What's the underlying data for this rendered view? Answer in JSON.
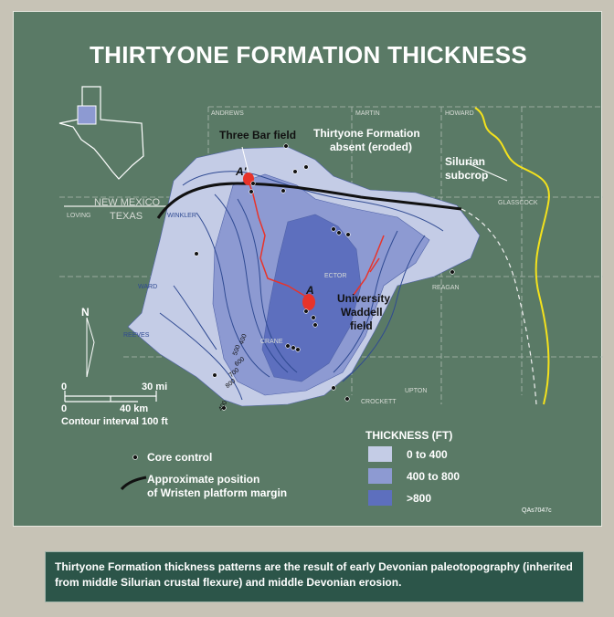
{
  "title": "THIRTYONE FORMATION THICKNESS",
  "labels": {
    "three_bar_field": "Three Bar field",
    "absent_line1": "Thirtyone Formation",
    "absent_line2": "absent (eroded)",
    "silurian_line1": "Silurian",
    "silurian_line2": "subcrop",
    "university_line1": "University",
    "university_line2": "Waddell",
    "university_line3": "field",
    "section_a": "A",
    "section_a_prime": "A'"
  },
  "states": {
    "new_mexico": "NEW MEXICO",
    "texas": "TEXAS"
  },
  "counties": {
    "andrews": "ANDREWS",
    "martin": "MARTIN",
    "howard": "HOWARD",
    "loving": "LOVING",
    "winkler": "WINKLER",
    "glasscock": "GLASSCOCK",
    "ector": "ECTOR",
    "reagan": "REAGAN",
    "ward": "WARD",
    "reeves": "REEVES",
    "crane": "CRANE",
    "upton": "UPTON",
    "crockett": "CROCKETT"
  },
  "contour_labels": [
    "400",
    "500",
    "600",
    "700",
    "800",
    "400"
  ],
  "north_arrow": "N",
  "scale_bar": {
    "zero_top": "0",
    "mi_label": "30 mi",
    "zero_bottom": "0",
    "km_label": "40 km"
  },
  "contour_interval": "Contour interval 100 ft",
  "legend": {
    "title": "THICKNESS (FT)",
    "classes": [
      {
        "label": "0 to 400",
        "color": "#c4cce6"
      },
      {
        "label": "400 to 800",
        "color": "#8d9ad2"
      },
      {
        "label": ">800",
        "color": "#5d6fbe"
      }
    ],
    "core_control": "Core control",
    "platform_line1": "Approximate position",
    "platform_line2": "of Wristen platform margin"
  },
  "figure_id": "QAs7047c",
  "caption": "Thirtyone Formation thickness patterns are the result of early Devonian paleotopography (inherited from middle Silurian crustal flexure) and middle Devonian erosion."
}
